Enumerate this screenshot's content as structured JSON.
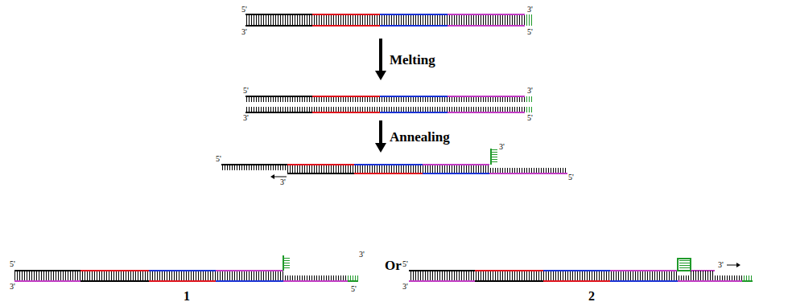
{
  "diagram": {
    "labels": [
      "5'",
      "3'",
      "3'",
      "5'",
      "Melting",
      "5'",
      "3'",
      "3'",
      "5'",
      "Annealing",
      "5'",
      "3'",
      "3'",
      "5'",
      "5'",
      "3'",
      "3'",
      "5'",
      "Or",
      "5'",
      "3'",
      "3'",
      "1",
      "2"
    ]
  }
}
